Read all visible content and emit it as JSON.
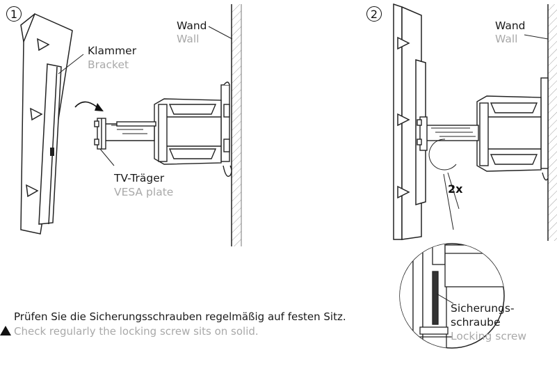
{
  "steps": {
    "step1": "1",
    "step2": "2"
  },
  "step1": {
    "wall_de": "Wand",
    "wall_en": "Wall",
    "bracket_de": "Klammer",
    "bracket_en": "Bracket",
    "vesa_de": "TV-Träger",
    "vesa_en": "VESA plate"
  },
  "step2": {
    "wall_de": "Wand",
    "wall_en": "Wall",
    "count": "2x",
    "screw_de_line1": "Sicherungs-",
    "screw_de_line2": "schraube",
    "screw_en": "Locking screw"
  },
  "warning": {
    "de": "Prüfen Sie die Sicherungsschrauben regelmäßig auf festen Sitz.",
    "en": "Check regularly the locking screw sits on solid."
  },
  "icons": [
    "warning-triangle-icon",
    "rotate-arrow-icon"
  ]
}
